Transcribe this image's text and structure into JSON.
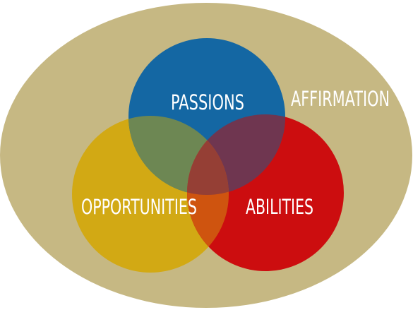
{
  "labels": {
    "passions": "PASSIONS",
    "opportunities": "OPPORTUNITIES",
    "abilities": "ABILITIES",
    "affirmation": "AFFIRMATION"
  },
  "colors": {
    "background": "#ffffff",
    "outer_ellipse": "#c6b883",
    "passions": "#1467a3",
    "opportunities": "#d2a914",
    "abilities": "#cc0d0f",
    "passions_opportunities": "#6d8753",
    "passions_abilities": "#6f3650",
    "opportunities_abilities": "#cf540f",
    "center": "#953f35",
    "text": "#ffffff"
  }
}
